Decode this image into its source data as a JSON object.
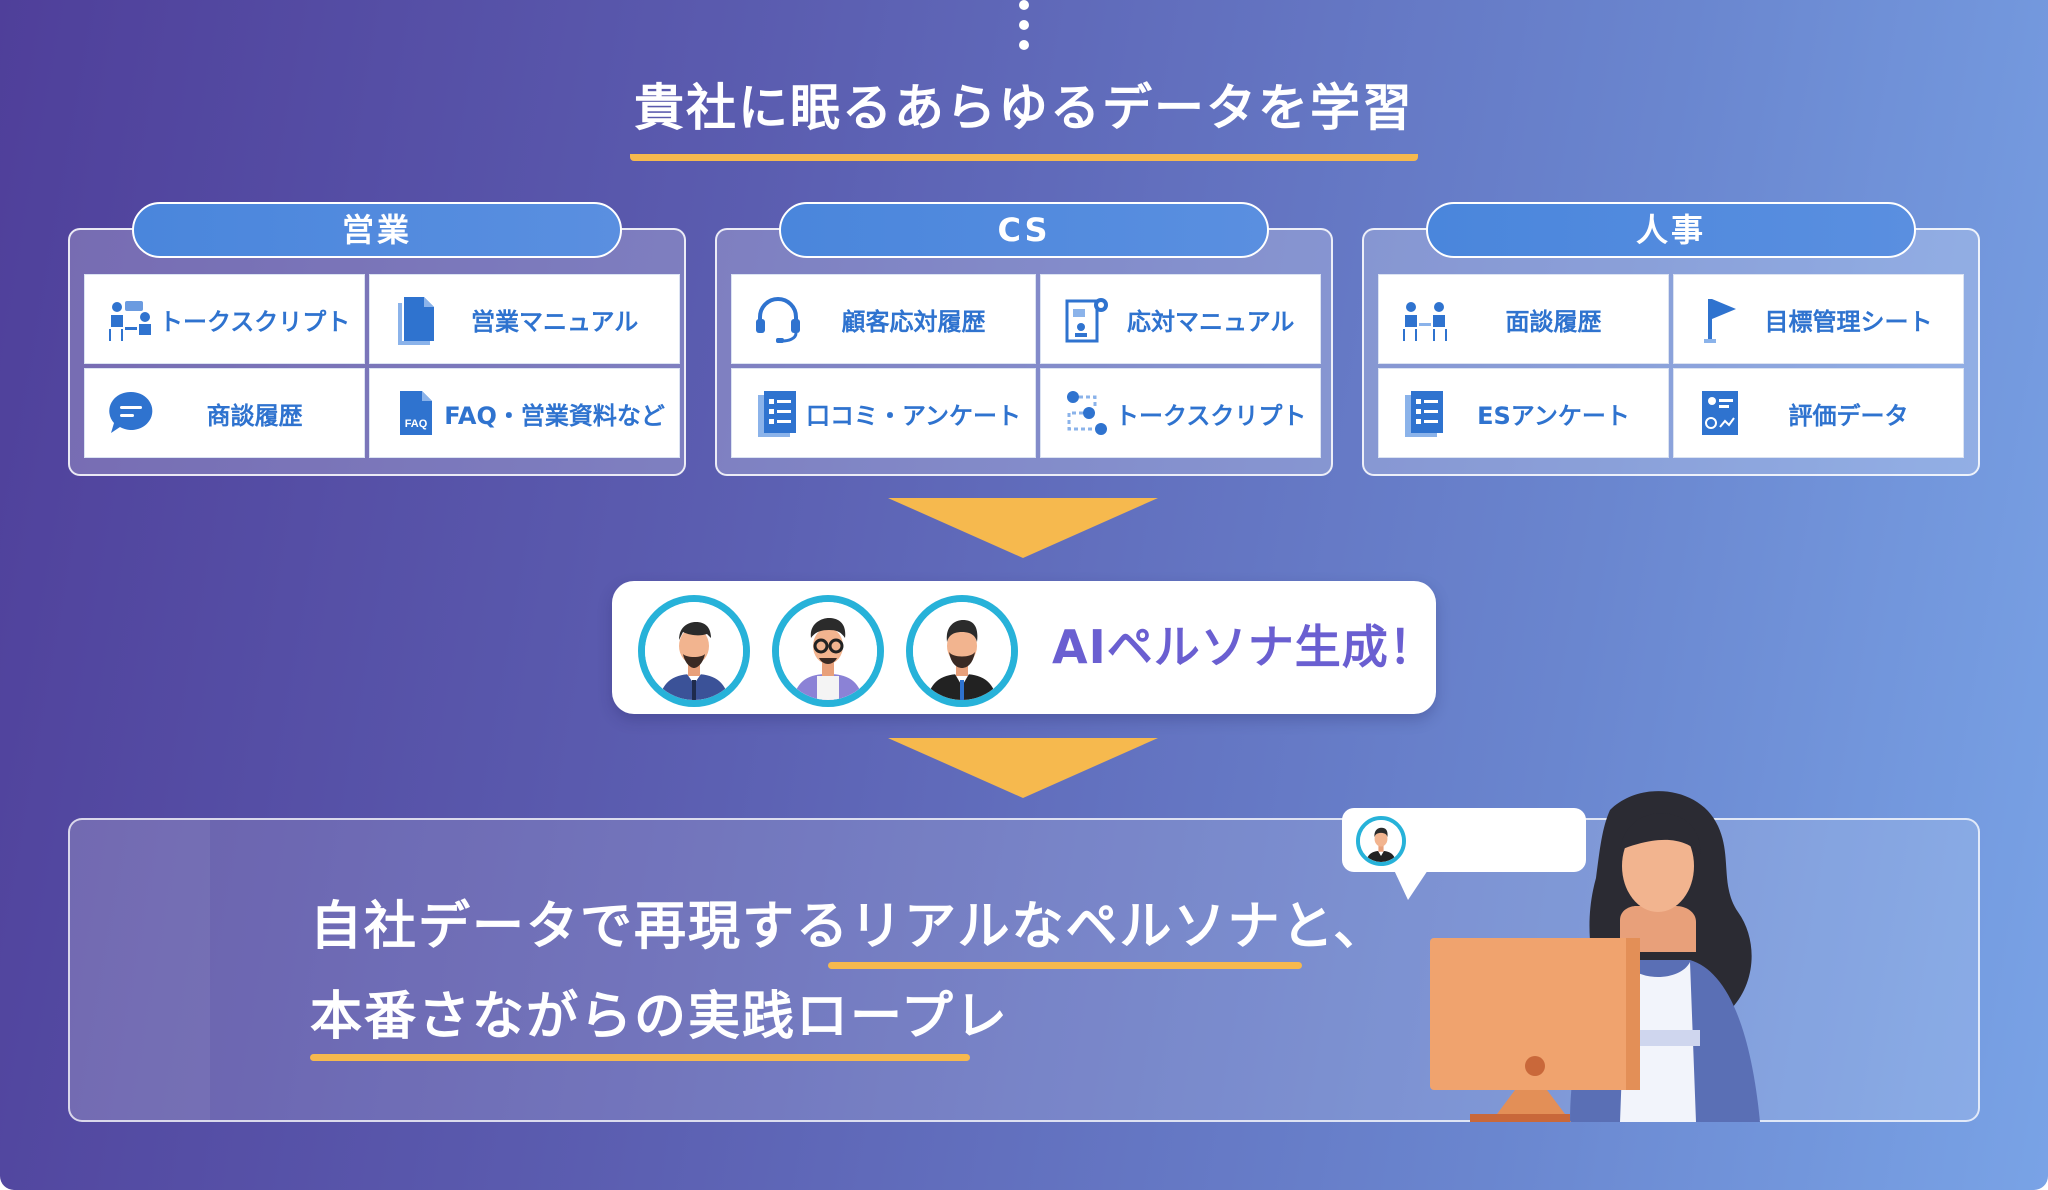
{
  "headline": "貴社に眠るあらゆるデータを学習",
  "panels": [
    {
      "title": "営業",
      "items": [
        {
          "label": "トークスクリプト",
          "icon": "meeting-icon"
        },
        {
          "label": "営業マニュアル",
          "icon": "document-icon"
        },
        {
          "label": "商談履歴",
          "icon": "chat-bubble-icon"
        },
        {
          "label": "FAQ・営業資料など",
          "icon": "faq-document-icon"
        }
      ]
    },
    {
      "title": "CS",
      "items": [
        {
          "label": "顧客応対履歴",
          "icon": "headset-icon"
        },
        {
          "label": "応対マニュアル",
          "icon": "settings-manual-icon"
        },
        {
          "label": "口コミ・アンケート",
          "icon": "checklist-icon"
        },
        {
          "label": "トークスクリプト",
          "icon": "numbered-steps-icon"
        }
      ]
    },
    {
      "title": "人事",
      "items": [
        {
          "label": "面談履歴",
          "icon": "interview-icon"
        },
        {
          "label": "目標管理シート",
          "icon": "flag-icon"
        },
        {
          "label": "ESアンケート",
          "icon": "checklist-icon"
        },
        {
          "label": "評価データ",
          "icon": "profile-chart-icon"
        }
      ]
    }
  ],
  "persona": {
    "text": "AIペルソナ生成！",
    "avatars": [
      "avatar-man-suit",
      "avatar-man-glasses",
      "avatar-man-beard-suit"
    ]
  },
  "bottom": {
    "line1": "自社データで再現するリアルなペルソナと、",
    "line2": "本番さながらの実践ロープレ"
  },
  "colors": {
    "accent": "#f6b94e",
    "blue_text": "#2f73cf",
    "persona_text": "#6a5fd1",
    "avatar_ring": "#27b2d9"
  }
}
